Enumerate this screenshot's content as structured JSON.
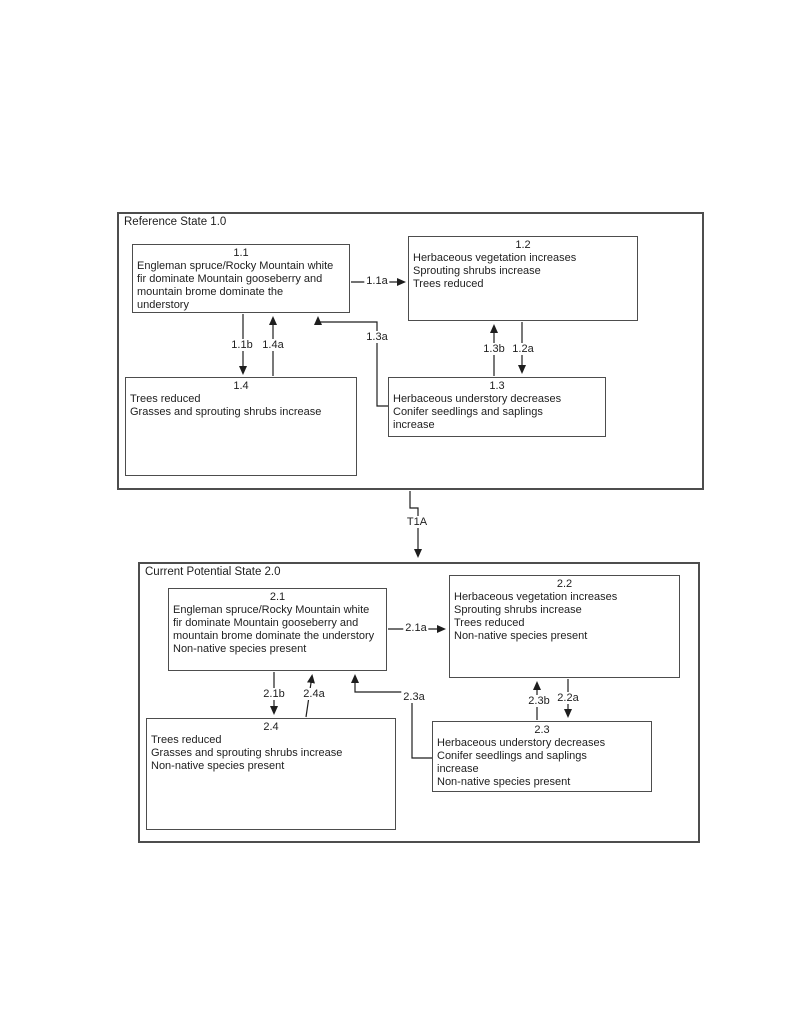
{
  "diagram": {
    "reference_state": {
      "title": "Reference State 1.0",
      "boxes": {
        "b11": {
          "number": "1.1",
          "body": "Engleman spruce/Rocky Mountain white\nfir dominate Mountain gooseberry and\nmountain brome dominate the\nunderstory"
        },
        "b12": {
          "number": "1.2",
          "body": "Herbaceous vegetation increases\nSprouting shrubs increase\nTrees reduced"
        },
        "b13": {
          "number": "1.3",
          "body": "Herbaceous understory decreases\nConifer seedlings and saplings\nincrease"
        },
        "b14": {
          "number": "1.4",
          "body": "Trees reduced\nGrasses and sprouting shrubs increase"
        }
      }
    },
    "current_state": {
      "title": "Current Potential State 2.0",
      "boxes": {
        "b21": {
          "number": "2.1",
          "body": "Engleman spruce/Rocky Mountain white\nfir dominate Mountain gooseberry and\nmountain brome dominate the understory\nNon-native species present"
        },
        "b22": {
          "number": "2.2",
          "body": "Herbaceous vegetation increases\nSprouting shrubs increase\nTrees reduced\nNon-native species present"
        },
        "b23": {
          "number": "2.3",
          "body": "Herbaceous understory decreases\nConifer seedlings and saplings\nincrease\nNon-native species present"
        },
        "b24": {
          "number": "2.4",
          "body": "Trees reduced\nGrasses and sprouting shrubs increase\nNon-native species present"
        }
      }
    },
    "arrows": {
      "a_1_1a": "1.1a",
      "a_1_1b": "1.1b",
      "a_1_4a": "1.4a",
      "a_1_3a": "1.3a",
      "a_1_3b": "1.3b",
      "a_1_2a": "1.2a",
      "t1a": "T1A",
      "a_2_1a": "2.1a",
      "a_2_1b": "2.1b",
      "a_2_4a": "2.4a",
      "a_2_3a": "2.3a",
      "a_2_3b": "2.3b",
      "a_2_2a": "2.2a"
    },
    "colors": {
      "line": "#1e1e1e",
      "border": "#4d4d4d",
      "background": "#ffffff"
    }
  }
}
